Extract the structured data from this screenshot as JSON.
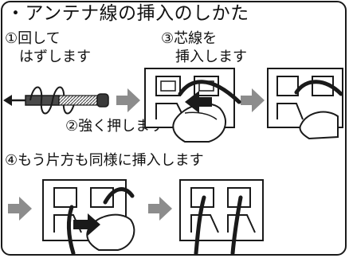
{
  "title": "・アンテナ線の挿入のしかた",
  "steps": {
    "step1_line1": "①回して",
    "step1_line2": "はずします",
    "step3_line1": "③芯線を",
    "step3_line2": "挿入します",
    "step2": "②強く押します",
    "step4": "④もう片方も同様に挿入します"
  },
  "colors": {
    "ink": "#1a1a1a",
    "arrow_gray": "#8c8c8c",
    "panel_gray": "#d9d9d9"
  },
  "icons": [
    "arrow-left-icon",
    "right-arrow-icon",
    "push-arrow-icon",
    "hand-icon",
    "wire-icon",
    "terminal-icon"
  ]
}
